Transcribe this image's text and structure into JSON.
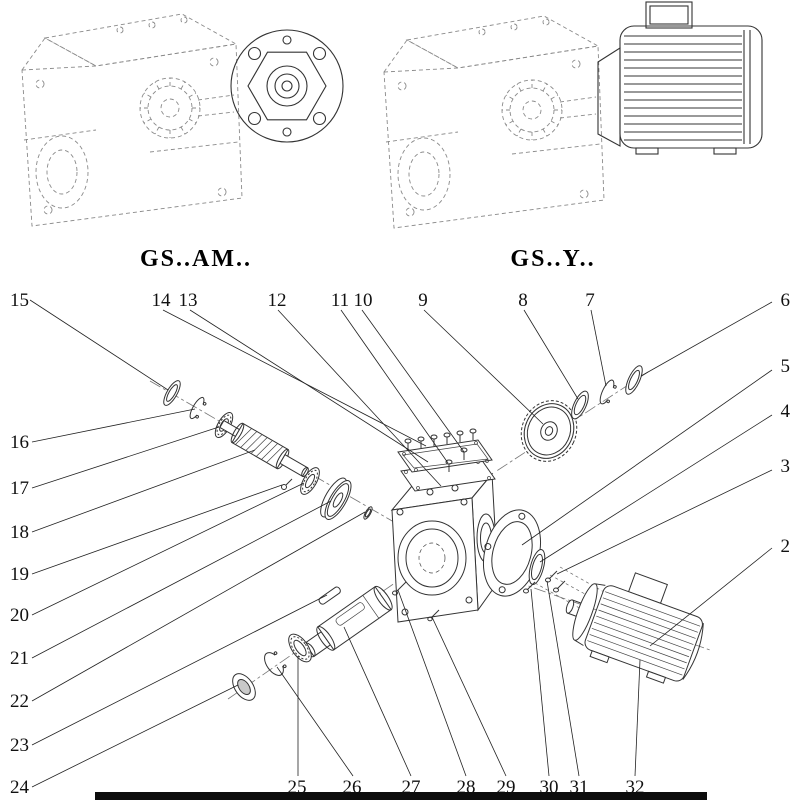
{
  "titles": {
    "left": "GS..AM..",
    "right": "GS..Y.."
  },
  "callouts": {
    "c2": "2",
    "c3": "3",
    "c4": "4",
    "c5": "5",
    "c6": "6",
    "c7": "7",
    "c8": "8",
    "c9": "9",
    "c10": "10",
    "c11": "11",
    "c12": "12",
    "c13": "13",
    "c14": "14",
    "c15": "15",
    "c16": "16",
    "c17": "17",
    "c18": "18",
    "c19": "19",
    "c20": "20",
    "c21": "21",
    "c22": "22",
    "c23": "23",
    "c24": "24",
    "c25": "25",
    "c26": "26",
    "c27": "27",
    "c28": "28",
    "c29": "29",
    "c30": "30",
    "c31": "31",
    "c32": "32"
  }
}
